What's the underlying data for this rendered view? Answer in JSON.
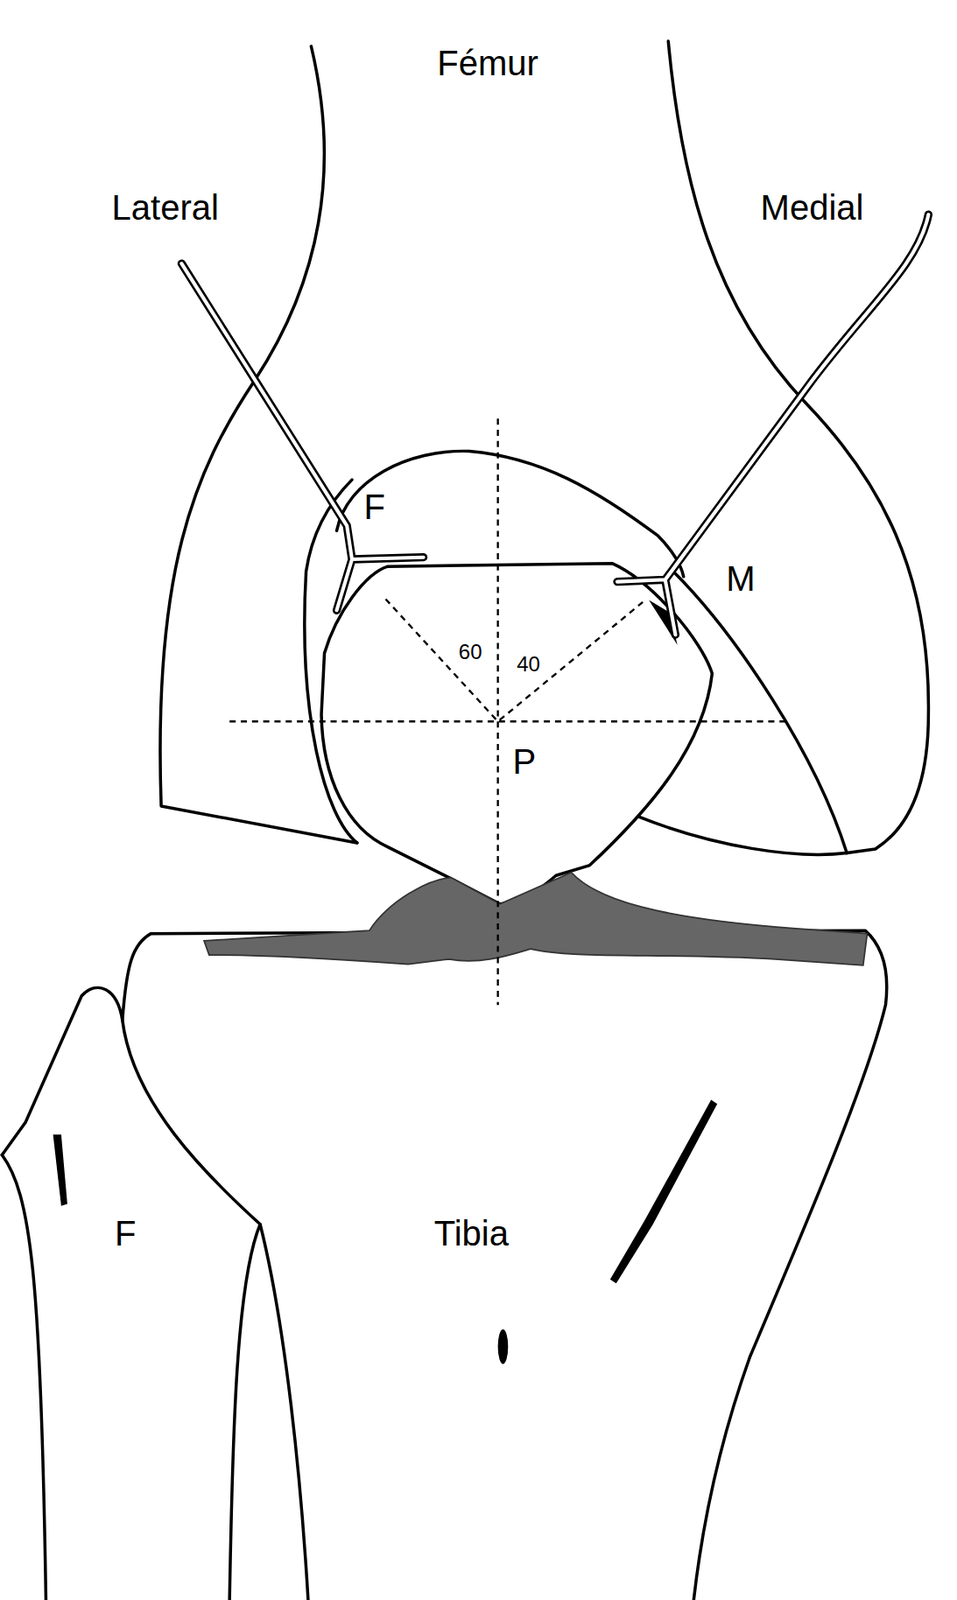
{
  "diagram": {
    "labels": [
      "Fémur",
      "Lateral",
      "Medial",
      "F",
      "60",
      "40",
      "M",
      "P",
      "F",
      "Tibia"
    ]
  }
}
